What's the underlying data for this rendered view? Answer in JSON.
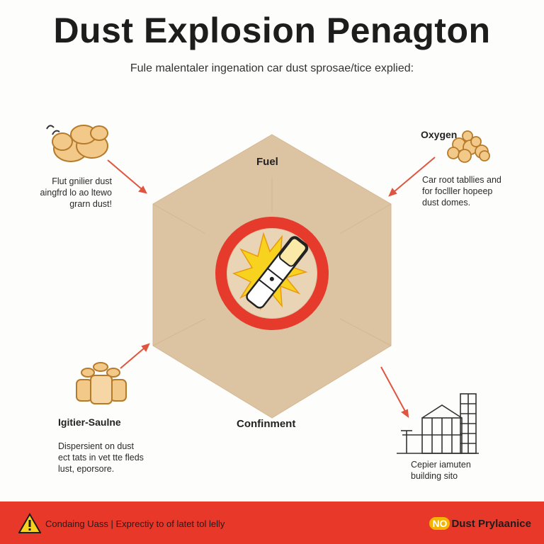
{
  "header": {
    "title": "Dust Explosion Penagton",
    "subtitle": "Fule malentaler ingenation car dust sprosae/tice explied:"
  },
  "center": {
    "label_top": "Fuel",
    "label_bottom": "Confinment",
    "prohibition_icon": "no-lighter-icon"
  },
  "nodes": {
    "fuel": {
      "icon": "dust-pile-icon",
      "desc": "Flut gnilier dust\naingfrd lo ao ltewo\ngrarn dust!"
    },
    "oxygen": {
      "label": "Oxygen",
      "icon": "dust-cloud-icon",
      "desc": "Car root tabllies and\nfor foclller hopeep\ndust domes."
    },
    "ignition": {
      "label": "Igitier-Saulne",
      "icon": "dust-containers-icon",
      "desc": "Dispersient on dust\nect tats in vet tte fleds\nlust, eporsore."
    },
    "confinement": {
      "icon": "building-silo-icon",
      "desc": "Cepier iamuten\nbuilding sito"
    }
  },
  "footer": {
    "warning_icon": "warning-triangle-icon",
    "warning_text": "Condaing Uass  |  Exprectiy to of latet tol lelly",
    "badge": "NO",
    "brand": "Dust Prylaanice",
    "color": "#e8382a"
  },
  "colors": {
    "hexagon": "#dcc3a2",
    "prohibition_ring": "#e53a2c",
    "arrow": "#e0553f",
    "dust": "#f3c98a",
    "spark": "#f7d21e"
  }
}
